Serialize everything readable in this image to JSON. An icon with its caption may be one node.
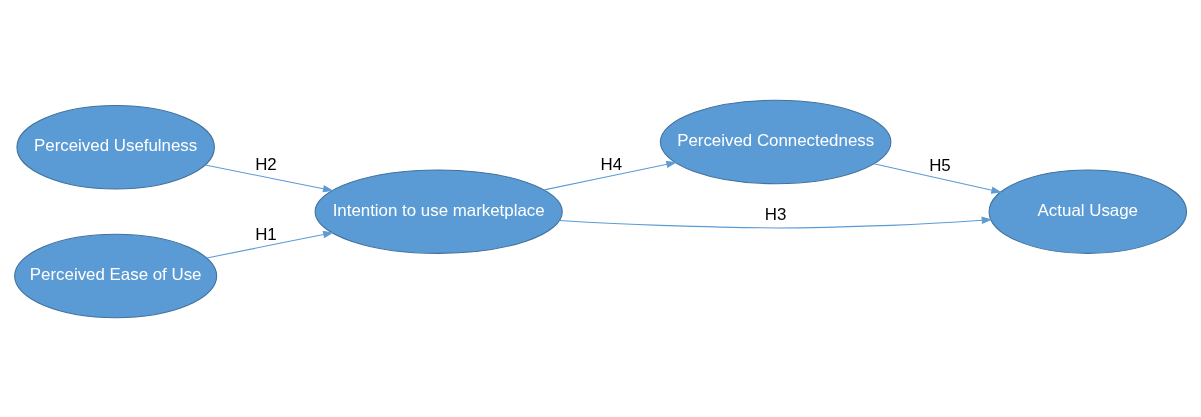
{
  "diagram": {
    "nodes": [
      {
        "text": [
          "Perceived Usefulness"
        ]
      },
      {
        "text": [
          "Perceived Ease of Use"
        ]
      },
      {
        "text": [
          "Intention to use marketplace"
        ]
      },
      {
        "text": [
          "Perceived Connectedness"
        ]
      },
      {
        "text": [
          "Actual Usage"
        ]
      }
    ],
    "edges": [
      {
        "from": 0,
        "to": 2,
        "arrow": "to",
        "label": "H2"
      },
      {
        "from": 1,
        "to": 2,
        "arrow": "to",
        "label": "H1"
      },
      {
        "from": 2,
        "to": 3,
        "arrow": "to",
        "label": "H4"
      },
      {
        "from": 2,
        "to": 4,
        "arrow": "to",
        "label": "H3"
      },
      {
        "from": 3,
        "to": 4,
        "arrow": "to",
        "label": "H5"
      }
    ]
  }
}
